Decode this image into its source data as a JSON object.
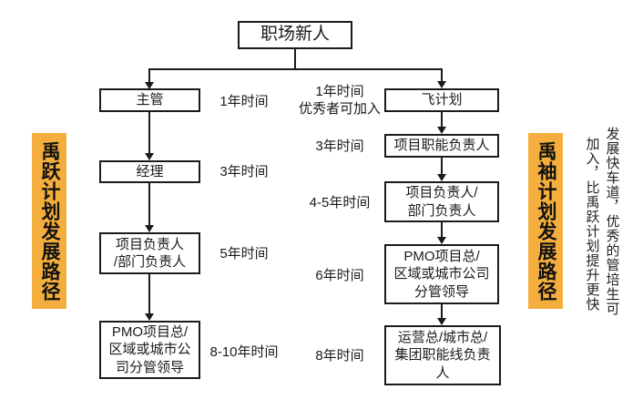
{
  "diagram": {
    "title": "职场新人",
    "left_track": {
      "banner": "禹跃计划发展路径",
      "steps": [
        {
          "label": "主管",
          "time": "1年时间"
        },
        {
          "label": "经理",
          "time": "3年时间"
        },
        {
          "label": "项目负责人\n/部门负责人",
          "time": "5年时间"
        },
        {
          "label": "PMO项目总/\n区域或城市公\n司分管领导",
          "time": "8-10年时间"
        }
      ]
    },
    "right_track": {
      "banner": "禹袖计划发展路径",
      "steps": [
        {
          "label": "飞计划",
          "time": "1年时间\n优秀者可加入"
        },
        {
          "label": "项目职能负责人",
          "time": "3年时间"
        },
        {
          "label": "项目负责人/\n部门负责人",
          "time": "4-5年时间"
        },
        {
          "label": "PMO项目总/\n区域或城市公司\n分管领导",
          "time": "6年时间"
        },
        {
          "label": "运营总/城市总/\n集团职能线负责\n人",
          "time": "8年时间"
        }
      ]
    },
    "side_note": {
      "segment1": "发展快车道，优秀的管培生可",
      "segment2": "加入，比禹跃计划提升更快"
    },
    "colors": {
      "banner_bg": "#F4AE3D",
      "line": "#1b1b1b"
    }
  }
}
